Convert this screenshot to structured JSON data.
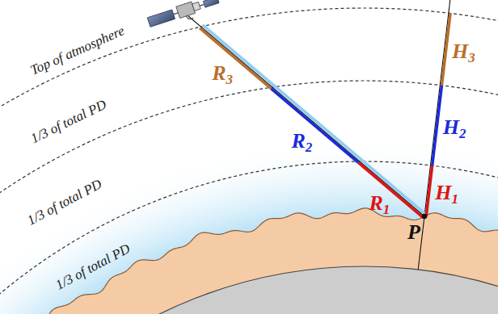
{
  "diagram": {
    "labels": [
      "Top of atmosphere",
      "1/3 of total PD",
      "1/3 of total PD",
      "1/3 of total PD",
      "R3",
      "R2",
      "R1",
      "H1",
      "H2",
      "H3",
      "P"
    ]
  }
}
